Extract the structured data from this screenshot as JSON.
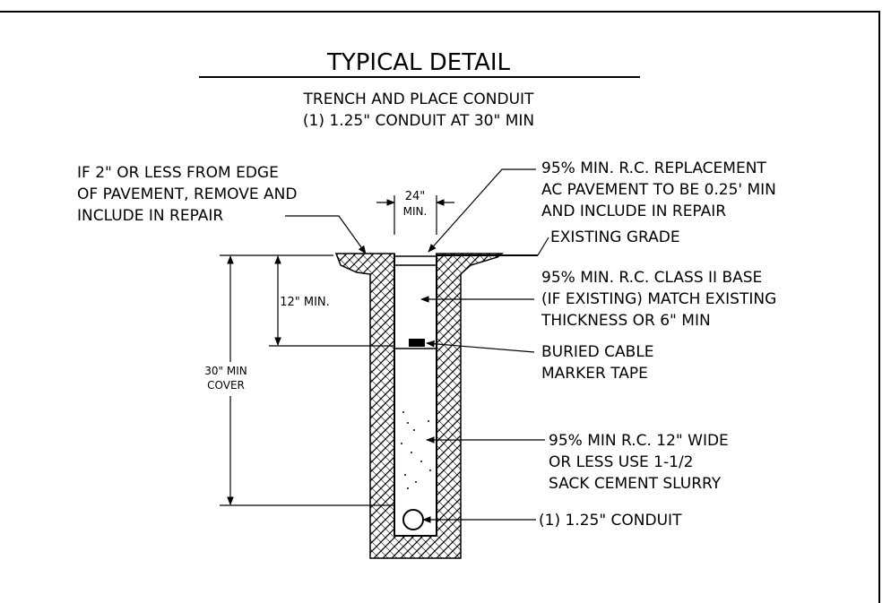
{
  "title": "TYPICAL DETAIL",
  "subtitle_1": "TRENCH AND PLACE CONDUIT",
  "subtitle_2": "(1) 1.25\" CONDUIT AT 30\" MIN",
  "dimensions": {
    "width_top": "24\"",
    "width_bottom": "MIN.",
    "depth_12": "12\" MIN.",
    "cover_top": "30\" MIN",
    "cover_bottom": "COVER"
  },
  "notes": {
    "edge_1": "IF 2\" OR LESS FROM EDGE",
    "edge_2": "OF PAVEMENT, REMOVE AND",
    "edge_3": "INCLUDE IN REPAIR",
    "ac_1": "95% MIN. R.C. REPLACEMENT",
    "ac_2": "AC PAVEMENT TO BE 0.25' MIN",
    "ac_3": "AND INCLUDE IN REPAIR",
    "grade": "EXISTING GRADE",
    "base_1": "95% MIN. R.C. CLASS II BASE",
    "base_2": "(IF EXISTING) MATCH EXISTING",
    "base_3": "THICKNESS OR 6\" MIN",
    "tape_1": "BURIED CABLE",
    "tape_2": "MARKER TAPE",
    "slurry_1": "95% MIN R.C. 12\" WIDE",
    "slurry_2": "OR LESS USE 1-1/2",
    "slurry_3": "SACK CEMENT SLURRY",
    "conduit": "(1) 1.25\" CONDUIT"
  }
}
